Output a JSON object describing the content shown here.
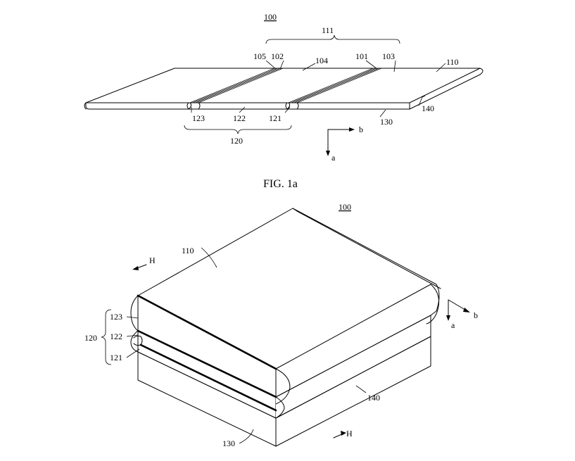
{
  "fig1a": {
    "caption": "FIG. 1a",
    "labels": {
      "l100": "100",
      "l111": "111",
      "l105": "105",
      "l102": "102",
      "l104": "104",
      "l101": "101",
      "l103": "103",
      "l110": "110",
      "l140": "140",
      "l130": "130",
      "l123": "123",
      "l122": "122",
      "l121": "121",
      "l120": "120"
    },
    "axes": {
      "a": "a",
      "b": "b"
    }
  },
  "fig1b": {
    "labels": {
      "l100": "100",
      "l110": "110",
      "l123": "123",
      "l122": "122",
      "l121": "121",
      "l120": "120",
      "l140": "140",
      "l130": "130"
    },
    "section_marks": {
      "h1": "H",
      "h2": "H"
    },
    "axes": {
      "a": "a",
      "b": "b"
    }
  }
}
